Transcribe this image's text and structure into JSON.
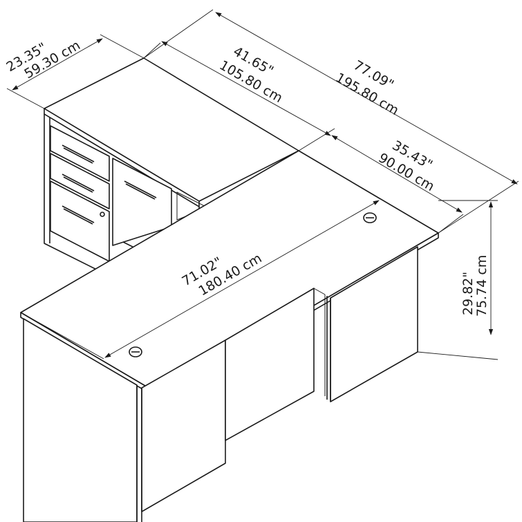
{
  "dimensions": {
    "overall_width_in": "77.09\"",
    "overall_width_cm": "195.80 cm",
    "credenza_width_in": "41.65\"",
    "credenza_width_cm": "105.80 cm",
    "credenza_depth_in": "23.35\"",
    "credenza_depth_cm": "59.30 cm",
    "desk_depth_in": "35.43\"",
    "desk_depth_cm": "90.00 cm",
    "desk_length_in": "71.02\"",
    "desk_length_cm": "180.40 cm",
    "height_in": "29.82\"",
    "height_cm": "75.74 cm"
  }
}
